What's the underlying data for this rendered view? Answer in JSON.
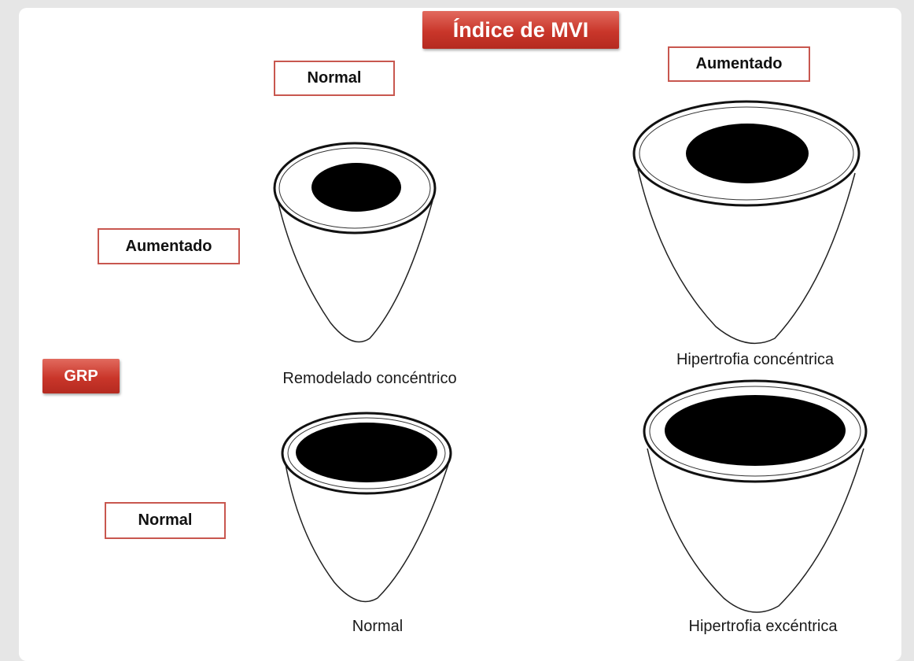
{
  "title": "Índice de MVI",
  "side_axis_label": "GRP",
  "top_labels": {
    "left": "Normal",
    "right": "Aumentado"
  },
  "side_labels": {
    "upper": "Aumentado",
    "lower": "Normal"
  },
  "captions": {
    "top_left": "Remodelado concéntrico",
    "top_right": "Hipertrofia concéntrica",
    "bottom_left": "Normal",
    "bottom_right": "Hipertrofia excéntrica"
  },
  "colors": {
    "badge_red": "#c9362a",
    "label_border": "#c8574f"
  }
}
